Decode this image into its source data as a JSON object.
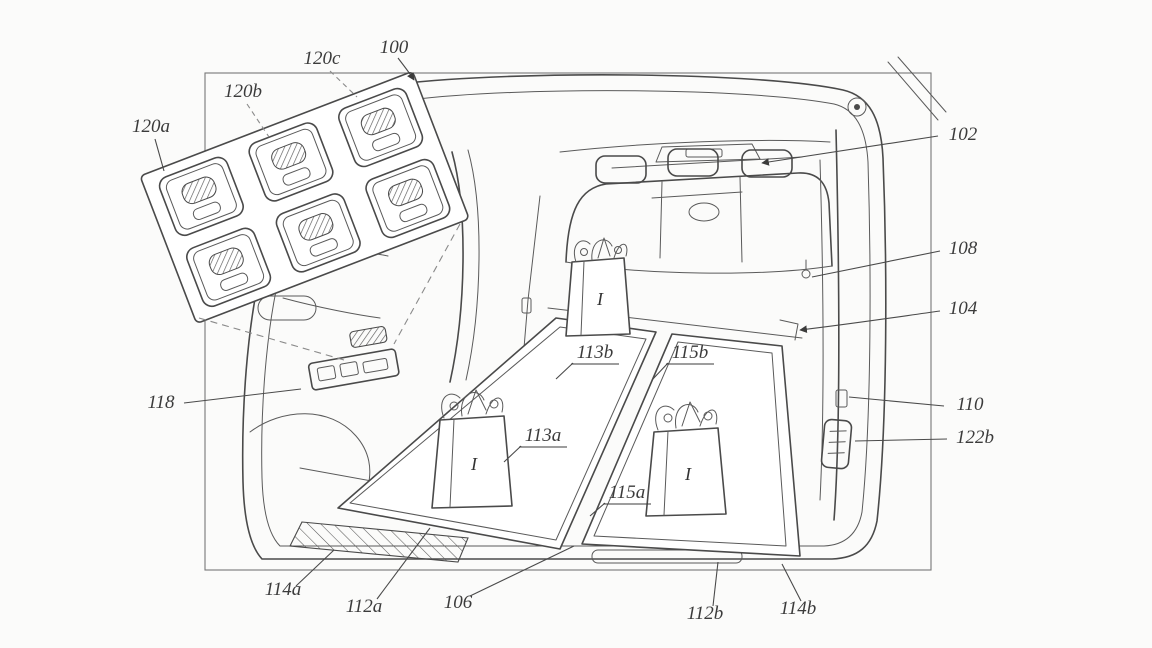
{
  "figure": {
    "type": "patent-line-drawing",
    "description": "Rear cargo area of a vehicle with fold-flat load floor panels, grocery bags, and an exploded inset of an accessory power-outlet switch panel",
    "bag_label": "I",
    "colors": {
      "line": "#4a4a4a",
      "label": "#3b3b3b",
      "background": "#fbfbfa"
    },
    "labels": {
      "n100": "100",
      "n102": "102",
      "n104": "104",
      "n106": "106",
      "n108": "108",
      "n110": "110",
      "n112a": "112a",
      "n112b": "112b",
      "n113a": "113a",
      "n113b": "113b",
      "n114a": "114a",
      "n114b": "114b",
      "n115a": "115a",
      "n115b": "115b",
      "n118": "118",
      "n120a": "120a",
      "n120b": "120b",
      "n120c": "120c",
      "n122b": "122b"
    }
  }
}
